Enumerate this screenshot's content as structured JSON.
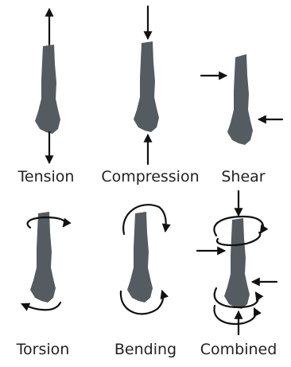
{
  "diagram": {
    "labels": {
      "tension": "Tension",
      "compression": "Compression",
      "shear": "Shear",
      "torsion": "Torsion",
      "bending": "Bending",
      "combined": "Combined"
    },
    "colors": {
      "bone": "#545b61",
      "arrow": "#111111",
      "text": "#222222"
    },
    "icons": [
      "bone-icon",
      "force-arrow-icon",
      "curved-arrow-icon"
    ]
  }
}
